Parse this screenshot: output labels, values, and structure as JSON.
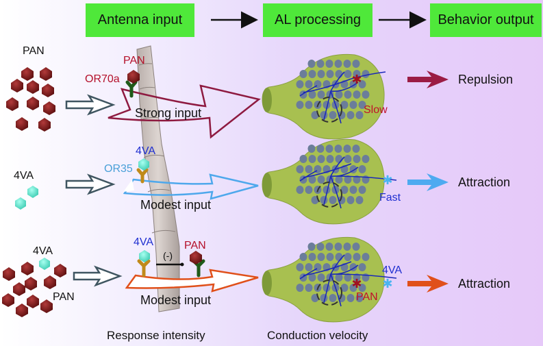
{
  "header": {
    "stages": [
      "Antenna input",
      "AL processing",
      "Behavior output"
    ]
  },
  "rows": [
    {
      "odor_label": "PAN",
      "receptor_labels": [
        {
          "text": "PAN",
          "color": "#b4102a"
        },
        {
          "text": "OR70a",
          "color": "#b4102a"
        }
      ],
      "input_label": "Strong input",
      "input_arrow_color": "#8e1a40",
      "velocity_label": "Slow",
      "velocity_color": "#c0102a",
      "behavior_arrow_color": "#9b1c44",
      "behavior": "Repulsion"
    },
    {
      "odor_label": "4VA",
      "receptor_labels": [
        {
          "text": "4VA",
          "color": "#1f2fd0"
        },
        {
          "text": "OR35",
          "color": "#4aa0d8"
        }
      ],
      "input_label": "Modest input",
      "input_arrow_color": "#4ea8ec",
      "velocity_label": "Fast",
      "velocity_color": "#1f2fd0",
      "behavior_arrow_color": "#4eaaf0",
      "behavior": "Attraction"
    },
    {
      "odor_labels": [
        "4VA",
        "PAN"
      ],
      "receptor_labels": [
        {
          "text": "4VA",
          "color": "#1f2fd0"
        },
        {
          "text": "PAN",
          "color": "#b4102a"
        }
      ],
      "inhibition_label": "(-)",
      "input_label": "Modest input",
      "input_arrow_color": "#e0501a",
      "al_labels": [
        {
          "text": "4VA",
          "color": "#1f2fd0"
        },
        {
          "text": "PAN",
          "color": "#c0102a"
        }
      ],
      "behavior_arrow_color": "#e0501a",
      "behavior": "Attraction"
    }
  ],
  "footer": {
    "left": "Response intensity",
    "right": "Conduction velocity"
  },
  "colors": {
    "stage_box": "#4fe83a",
    "pan": "#7a1414",
    "vva": "#5fe0c8",
    "al_body": "#a8c050",
    "glomerulus": "#6b7d9a",
    "antenna": "#cdc3bf"
  }
}
